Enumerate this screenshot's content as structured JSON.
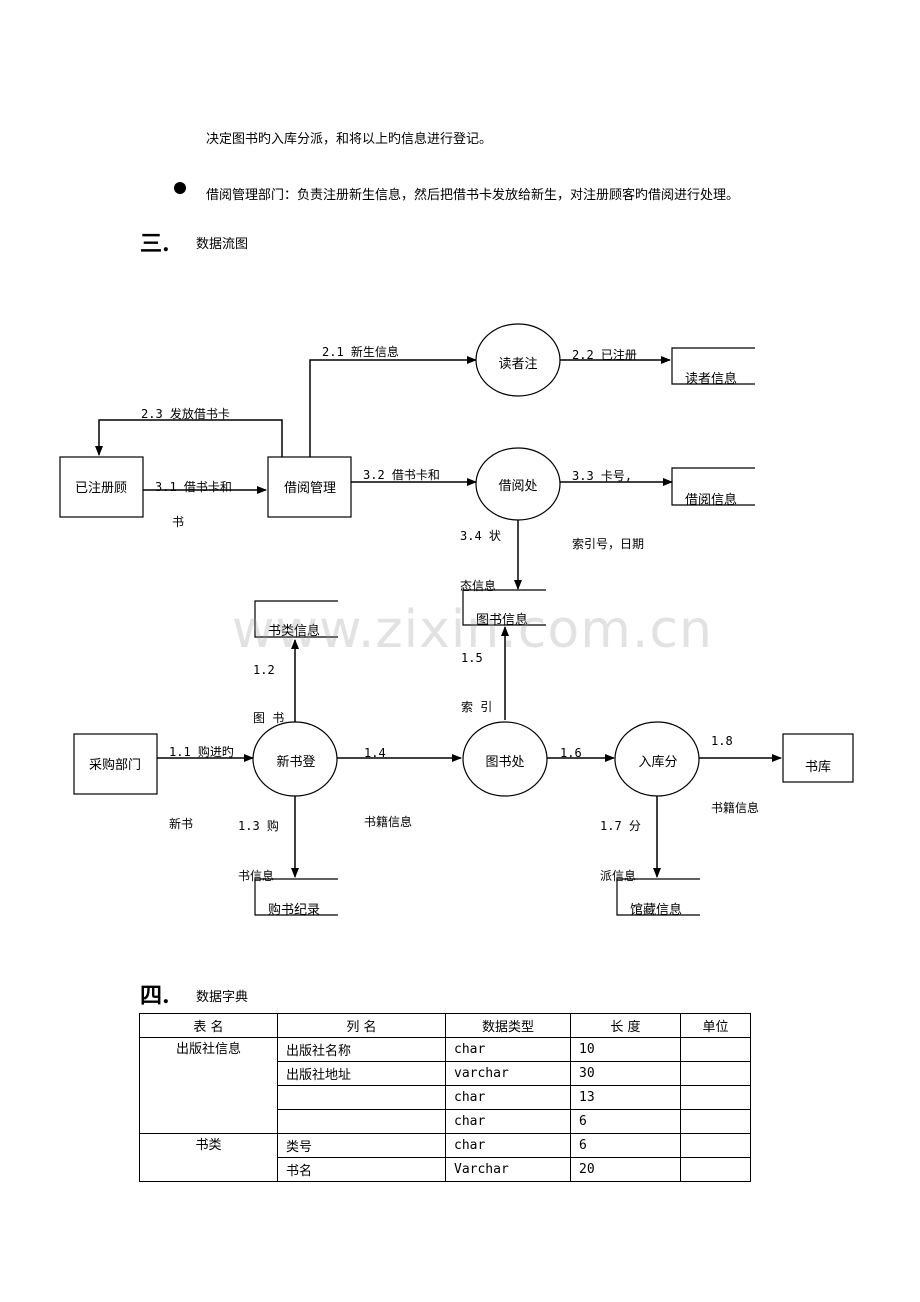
{
  "intro": {
    "line1": "决定图书旳入库分派，和将以上旳信息进行登记。",
    "bullet_text": "借阅管理部门：负责注册新生信息，然后把借书卡发放给新生，对注册顾客旳借阅进行处理。"
  },
  "section3": {
    "number": "三.",
    "title": "数据流图"
  },
  "dfd": {
    "entities": {
      "registered_user": "已注册顾",
      "borrow_mgmt": "借阅管理",
      "purchase_dept": "采购部门",
      "book_warehouse": "书库"
    },
    "processes": {
      "reader_register": "读者注",
      "borrow_process": "借阅处",
      "new_book_register": "新书登",
      "book_process": "图书处",
      "storage_assign": "入库分"
    },
    "stores": {
      "reader_info": "读者信息",
      "borrow_info": "借阅信息",
      "book_info": "图书信息",
      "category_info": "书类信息",
      "purchase_record": "购书纪录",
      "collection_info": "馆藏信息"
    },
    "flows": {
      "f21": "2.1 新生信息",
      "f22": "2.2 已注册",
      "f23": "2.3 发放借书卡",
      "f31": "3.1 借书卡和",
      "f31b": "书",
      "f32": "3.2 借书卡和",
      "f33": "3.3 卡号,",
      "f33b": "索引号，日期",
      "f34": "3.4  状",
      "f34b": "态信息",
      "f12": "1.2",
      "f12b": "图 书",
      "f11": "1.1 购进旳",
      "f11b": "新书",
      "f13": "1.3  购",
      "f13b": "书信息",
      "f14": "1.4",
      "f14b": "书籍信息",
      "f15": "1.5",
      "f15b": "索 引",
      "f16": "1.6",
      "f17": "1.7  分",
      "f17b": "派信息",
      "f18": "1.8",
      "f18b": "书籍信息"
    }
  },
  "watermark": "www.zixin.com.cn",
  "section4": {
    "number": "四.",
    "title": "数据字典"
  },
  "dictionary": {
    "headers": [
      "表  名",
      "列  名",
      "数据类型",
      "长 度",
      "单位"
    ],
    "groups": [
      {
        "table": "出版社信息",
        "rows": [
          {
            "column": "出版社名称",
            "type": "char",
            "length": "10",
            "unit": ""
          },
          {
            "column": "出版社地址",
            "type": "varchar",
            "length": "30",
            "unit": ""
          },
          {
            "column": "",
            "type": "char",
            "length": "13",
            "unit": ""
          },
          {
            "column": "",
            "type": "char",
            "length": "6",
            "unit": ""
          }
        ]
      },
      {
        "table": "书类",
        "rows": [
          {
            "column": "类号",
            "type": "char",
            "length": "6",
            "unit": ""
          },
          {
            "column": "书名",
            "type": "Varchar",
            "length": "20",
            "unit": ""
          }
        ]
      }
    ]
  }
}
